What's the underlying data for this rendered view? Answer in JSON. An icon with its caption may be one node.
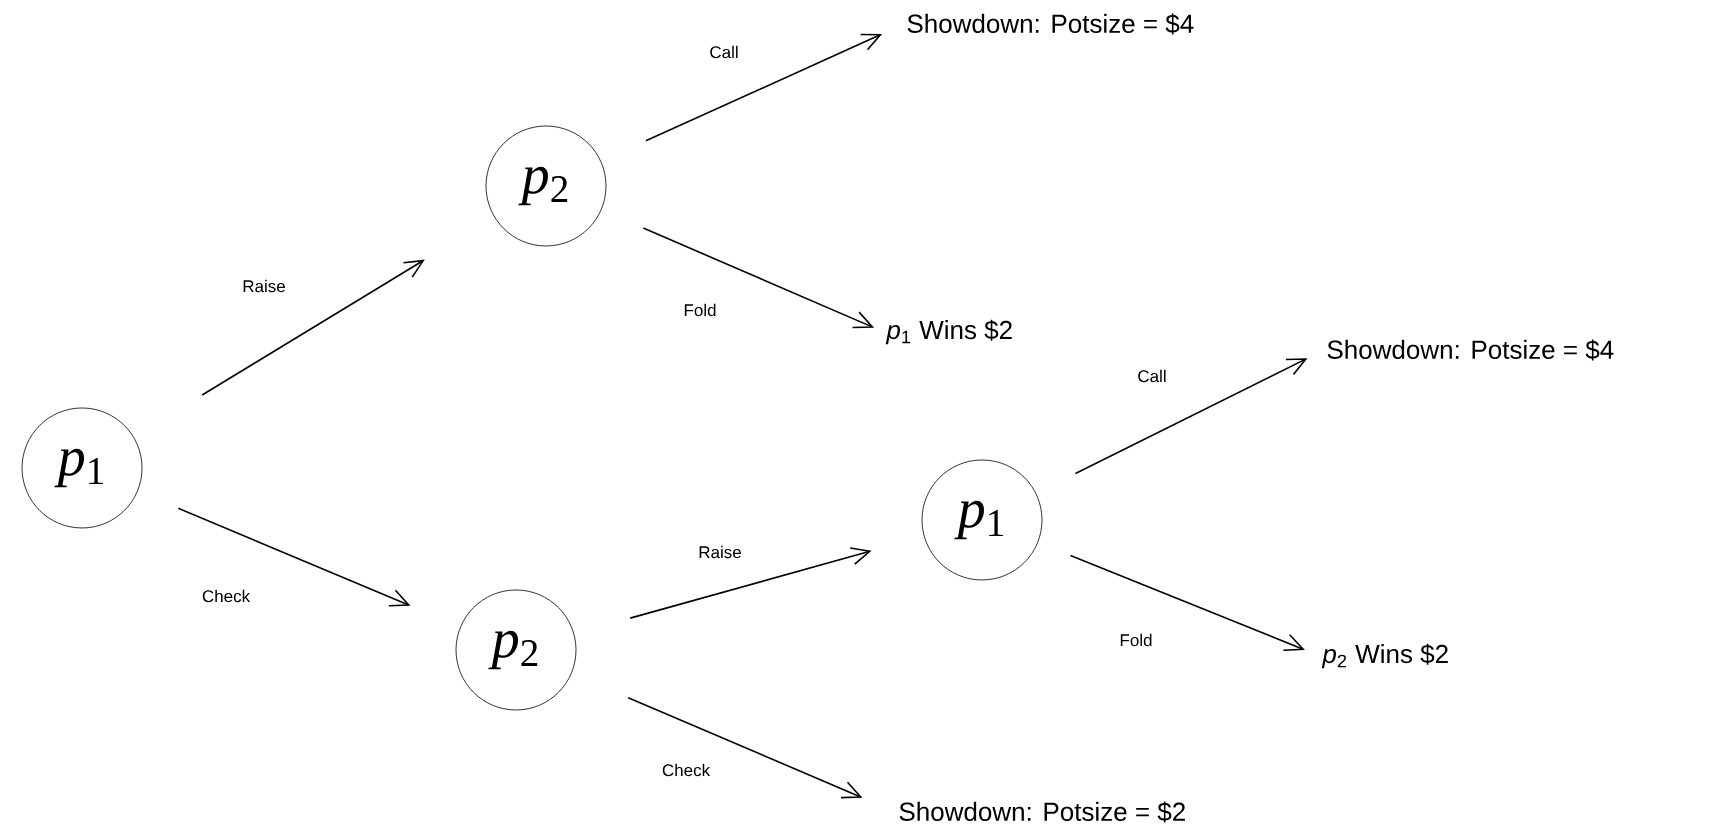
{
  "diagram": {
    "nodes": [
      {
        "text": [
          "*p*$_{1}$"
        ]
      },
      {
        "text": [
          "*p*$_{2}$"
        ]
      },
      {
        "text": [
          "*p*$_{2}$"
        ]
      },
      {
        "text": [
          "*p*$_{1}$"
        ]
      },
      {
        "text": [
          "Showdown: Potsize = $4"
        ]
      },
      {
        "text": [
          "*p*$_{1}$ Wins $2"
        ]
      },
      {
        "text": [
          "Showdown: Potsize = $4"
        ]
      },
      {
        "text": [
          "*p*$_{2}$ Wins $2"
        ]
      },
      {
        "text": [
          "Showdown: Potsize = $2"
        ]
      }
    ],
    "edges": [
      {
        "from": 0,
        "to": 1,
        "arrow": "to",
        "label": "Raise"
      },
      {
        "from": 0,
        "to": 2,
        "arrow": "to",
        "label": "Check"
      },
      {
        "from": 1,
        "to": 4,
        "arrow": "to",
        "label": "Call"
      },
      {
        "from": 1,
        "to": 5,
        "arrow": "to",
        "label": "Fold"
      },
      {
        "from": 2,
        "to": 3,
        "arrow": "to",
        "label": "Raise"
      },
      {
        "from": 2,
        "to": 8,
        "arrow": "to",
        "label": "Check"
      },
      {
        "from": 3,
        "to": 6,
        "arrow": "to",
        "label": "Call"
      },
      {
        "from": 3,
        "to": 7,
        "arrow": "to",
        "label": "Fold"
      }
    ]
  }
}
